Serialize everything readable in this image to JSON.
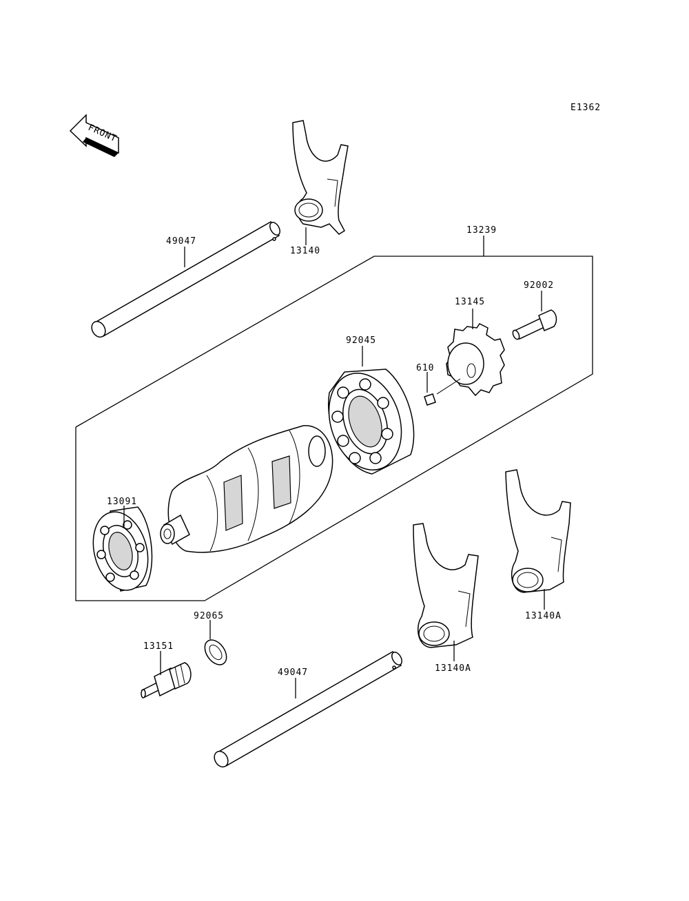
{
  "diagram_code": "E1362",
  "front_label": "FRONT",
  "parts": {
    "shaft_top": "49047",
    "fork_top": "13140",
    "drum_assembly": "13239",
    "bolt": "92002",
    "star_plate": "13145",
    "bearing_large": "92045",
    "pin": "610",
    "bearing_small": "13091",
    "fork_right": "13140A",
    "fork_middle": "13140A",
    "washer": "92065",
    "neutral_switch": "13151",
    "shaft_bottom": "49047"
  }
}
